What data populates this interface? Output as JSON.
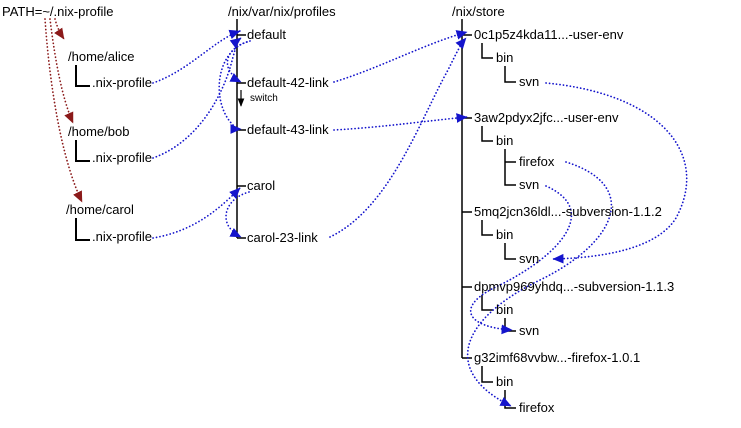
{
  "colors": {
    "symlink_arrow": "#1414cc",
    "path_arrow": "#8b1a1a",
    "tree_line": "#000000",
    "text": "#000000",
    "background": "#ffffff"
  },
  "header": {
    "path_env": "PATH=~/.nix-profile"
  },
  "homes": [
    {
      "dir": "/home/alice",
      "symlink": ".nix-profile"
    },
    {
      "dir": "/home/bob",
      "symlink": ".nix-profile"
    },
    {
      "dir": "/home/carol",
      "symlink": ".nix-profile"
    }
  ],
  "profiles": {
    "header": "/nix/var/nix/profiles",
    "items": [
      {
        "label": "default"
      },
      {
        "label": "default-42-link"
      },
      {
        "label": "default-43-link"
      },
      {
        "label": "carol"
      },
      {
        "label": "carol-23-link"
      }
    ],
    "switch_label": "switch"
  },
  "store": {
    "header": "/nix/store",
    "items": [
      {
        "label": "0c1p5z4kda11...-user-env",
        "children": [
          {
            "label": "bin",
            "children": [
              {
                "label": "svn"
              }
            ]
          }
        ]
      },
      {
        "label": "3aw2pdyx2jfc...-user-env",
        "children": [
          {
            "label": "bin",
            "children": [
              {
                "label": "firefox"
              },
              {
                "label": "svn"
              }
            ]
          }
        ]
      },
      {
        "label": "5mq2jcn36ldl...-subversion-1.1.2",
        "children": [
          {
            "label": "bin",
            "children": [
              {
                "label": "svn"
              }
            ]
          }
        ]
      },
      {
        "label": "dpmvp969yhdq...-subversion-1.1.3",
        "children": [
          {
            "label": "bin",
            "children": [
              {
                "label": "svn"
              }
            ]
          }
        ]
      },
      {
        "label": "g32imf68vvbw...-firefox-1.0.1",
        "children": [
          {
            "label": "bin",
            "children": [
              {
                "label": "firefox"
              }
            ]
          }
        ]
      }
    ]
  },
  "arrows": {
    "path_lookup": [
      {
        "from": "PATH=~/.nix-profile",
        "to": "/home/alice/.nix-profile"
      },
      {
        "from": "PATH=~/.nix-profile",
        "to": "/home/bob/.nix-profile"
      },
      {
        "from": "PATH=~/.nix-profile",
        "to": "/home/carol/.nix-profile"
      }
    ],
    "symlinks": [
      {
        "from": "/home/alice/.nix-profile",
        "to": "/nix/var/nix/profiles/default"
      },
      {
        "from": "/home/bob/.nix-profile",
        "to": "/nix/var/nix/profiles/default"
      },
      {
        "from": "/home/carol/.nix-profile",
        "to": "/nix/var/nix/profiles/carol"
      },
      {
        "from": "default",
        "to": "default-42-link"
      },
      {
        "from": "default",
        "to": "default-43-link"
      },
      {
        "from": "carol",
        "to": "carol-23-link"
      },
      {
        "from": "default-42-link",
        "to": "/nix/store/0c1p5z4kda11...-user-env"
      },
      {
        "from": "default-43-link",
        "to": "/nix/store/3aw2pdyx2jfc...-user-env"
      },
      {
        "from": "carol-23-link",
        "to": "/nix/store/0c1p5z4kda11...-user-env"
      },
      {
        "from": "0c1p5z4kda11...-user-env/bin/svn",
        "to": "5mq2jcn36ldl...-subversion-1.1.2/bin/svn"
      },
      {
        "from": "3aw2pdyx2jfc...-user-env/bin/svn",
        "to": "dpmvp969yhdq...-subversion-1.1.3/bin/svn"
      },
      {
        "from": "3aw2pdyx2jfc...-user-env/bin/firefox",
        "to": "g32imf68vvbw...-firefox-1.0.1/bin/firefox"
      }
    ]
  }
}
